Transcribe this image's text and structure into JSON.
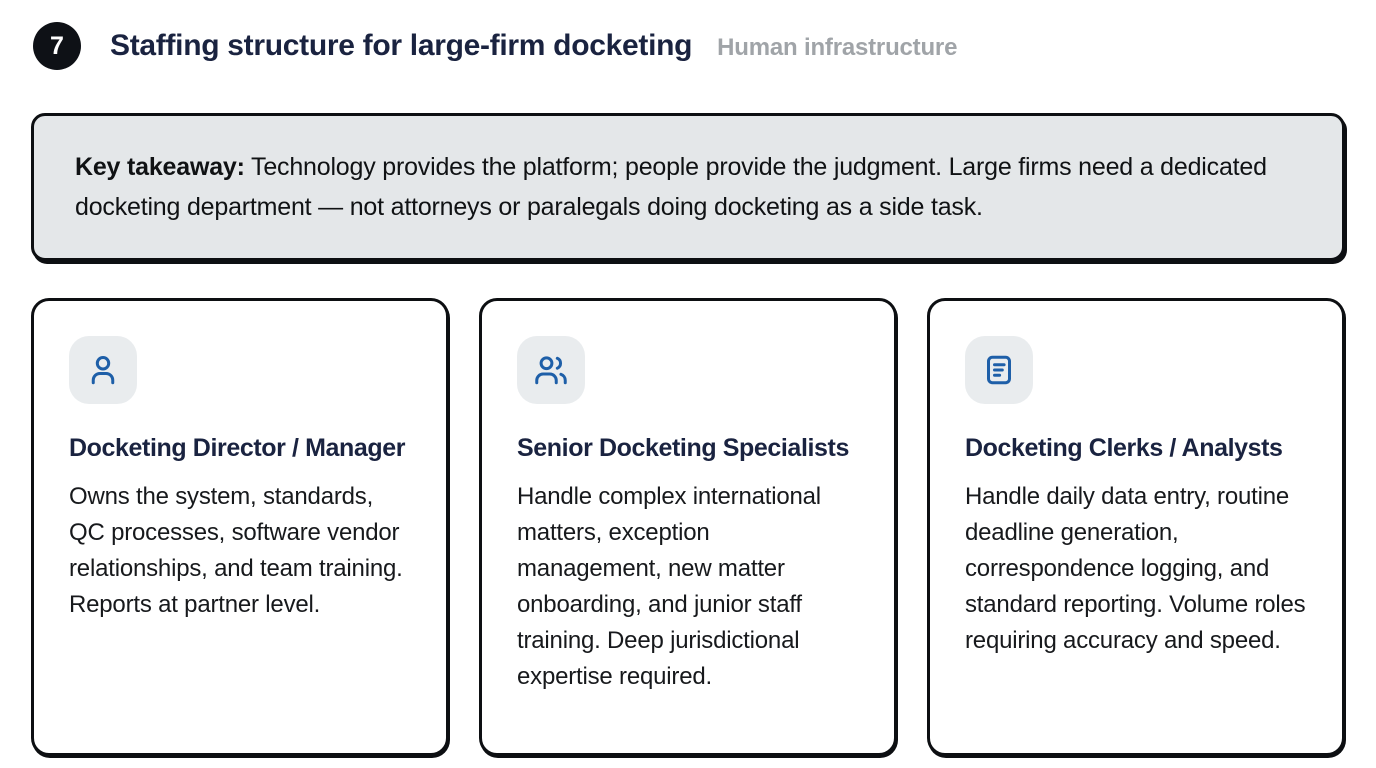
{
  "header": {
    "badge": "7",
    "title": "Staffing structure for large-firm docketing",
    "subtitle": "Human infrastructure"
  },
  "takeaway": {
    "label": "Key takeaway:",
    "text": "Technology provides the platform; people provide the judgment. Large firms need a dedicated docketing department — not attorneys or paralegals doing docketing as a side task."
  },
  "cards": [
    {
      "icon": "user-icon",
      "title": "Docketing Director / Manager",
      "body": "Owns the system, standards, QC processes, software vendor relationships, and team training. Reports at partner level."
    },
    {
      "icon": "users-icon",
      "title": "Senior Docketing Specialists",
      "body": "Handle complex international matters, exception management, new matter onboarding, and junior staff training. Deep jurisdictional expertise required."
    },
    {
      "icon": "document-lines-icon",
      "title": "Docketing Clerks / Analysts",
      "body": "Handle daily data entry, routine deadline generation, correspondence logging, and standard reporting. Volume roles requiring accuracy and speed."
    }
  ],
  "colors": {
    "accent_blue": "#1e5fa8",
    "title_navy": "#1a2340",
    "muted_gray": "#a0a4a8",
    "takeaway_bg": "#e4e7e9",
    "icon_tile_bg": "#e9ecee",
    "border_dark": "#0d0f12",
    "badge_bg": "#0e1116"
  }
}
